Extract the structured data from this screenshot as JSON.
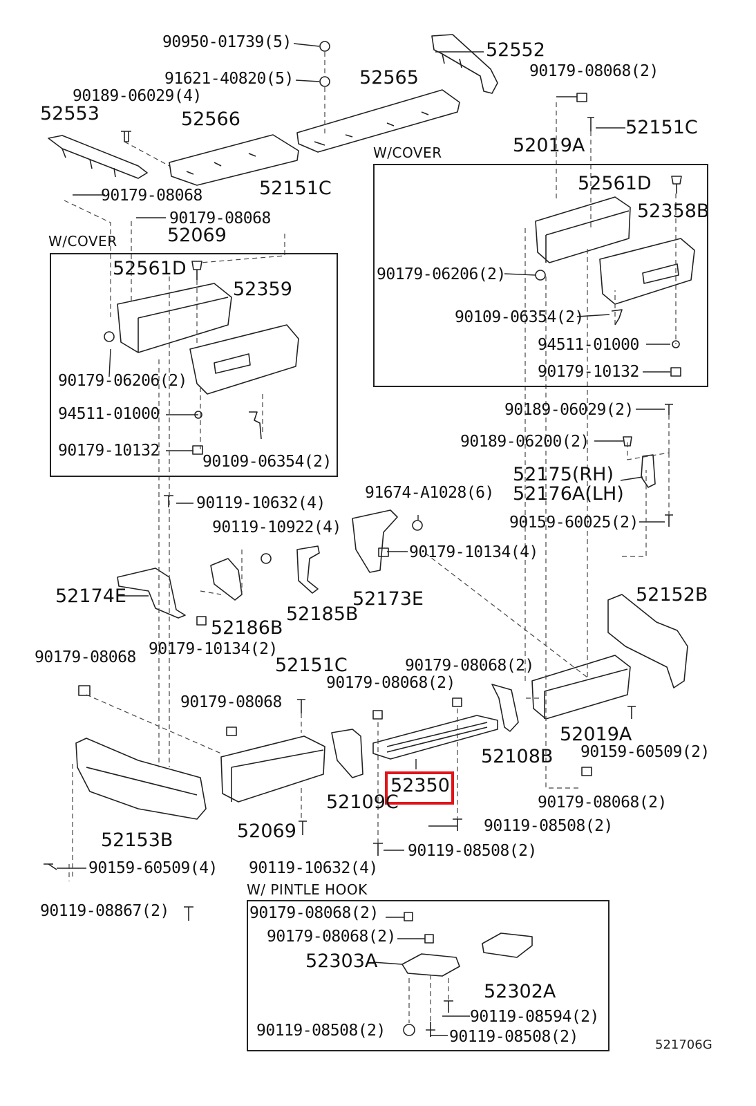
{
  "diagram_code": "521706G",
  "groups": {
    "cover_left": "W/COVER",
    "cover_right": "W/COVER",
    "pintle_hook": "W/ PINTLE  HOOK"
  },
  "highlighted_part": "52350",
  "highlight_color": "#e0141a",
  "labels": {
    "p_90950_01739": "90950-01739(5)",
    "p_91621_40820": "91621-40820(5)",
    "p_52552": "52552",
    "p_90179_08068_2_top": "90179-08068(2)",
    "p_52565": "52565",
    "p_90189_06029_4": "90189-06029(4)",
    "p_52553": "52553",
    "p_52566": "52566",
    "p_52151C_top": "52151C",
    "p_52019A_top": "52019A",
    "p_90179_08068_a": "90179-08068",
    "p_52151C_mid": "52151C",
    "p_90179_08068_b": "90179-08068",
    "p_52069_top": "52069",
    "p_52561D_left": "52561D",
    "p_52359": "52359",
    "p_90179_06206_left": "90179-06206(2)",
    "p_94511_01000_left": "94511-01000",
    "p_90179_10132_left": "90179-10132",
    "p_90109_06354_left": "90109-06354(2)",
    "p_52561D_right": "52561D",
    "p_52358B": "52358B",
    "p_90179_06206_right": "90179-06206(2)",
    "p_90109_06354_right": "90109-06354(2)",
    "p_94511_01000_right": "94511-01000",
    "p_90179_10132_right": "90179-10132",
    "p_90189_06029_2": "90189-06029(2)",
    "p_90189_06200_2": "90189-06200(2)",
    "p_52175": "52175(RH)",
    "p_52176A": "52176A(LH)",
    "p_90159_60025": "90159-60025(2)",
    "p_90119_10632_4_top": "90119-10632(4)",
    "p_91674_A1028": "91674-A1028(6)",
    "p_90119_10922": "90119-10922(4)",
    "p_90179_10134_4": "90179-10134(4)",
    "p_52174E": "52174E",
    "p_52185B": "52185B",
    "p_52173E": "52173E",
    "p_52152B": "52152B",
    "p_52186B": "52186B",
    "p_90179_10134_2": "90179-10134(2)",
    "p_90179_08068_c": "90179-08068",
    "p_52151C_low": "52151C",
    "p_90179_08068_2_low1": "90179-08068(2)",
    "p_90179_08068_2_low2": "90179-08068(2)",
    "p_90179_08068_d": "90179-08068",
    "p_52108B": "52108B",
    "p_52019A_low": "52019A",
    "p_90159_60509_2": "90159-60509(2)",
    "p_52350": "52350",
    "p_52109C": "52109C",
    "p_90179_08068_2_right": "90179-08068(2)",
    "p_52153B": "52153B",
    "p_52069_low": "52069",
    "p_90119_08508_2_a": "90119-08508(2)",
    "p_90119_08508_2_b": "90119-08508(2)",
    "p_90159_60509_4": "90159-60509(4)",
    "p_90119_10632_4_low": "90119-10632(4)",
    "p_90119_08867": "90119-08867(2)",
    "p_pin_90179_08068_a": "90179-08068(2)",
    "p_pin_90179_08068_b": "90179-08068(2)",
    "p_52303A": "52303A",
    "p_52302A": "52302A",
    "p_90119_08594": "90119-08594(2)",
    "p_pin_90119_08508_a": "90119-08508(2)",
    "p_pin_90119_08508_b": "90119-08508(2)"
  }
}
